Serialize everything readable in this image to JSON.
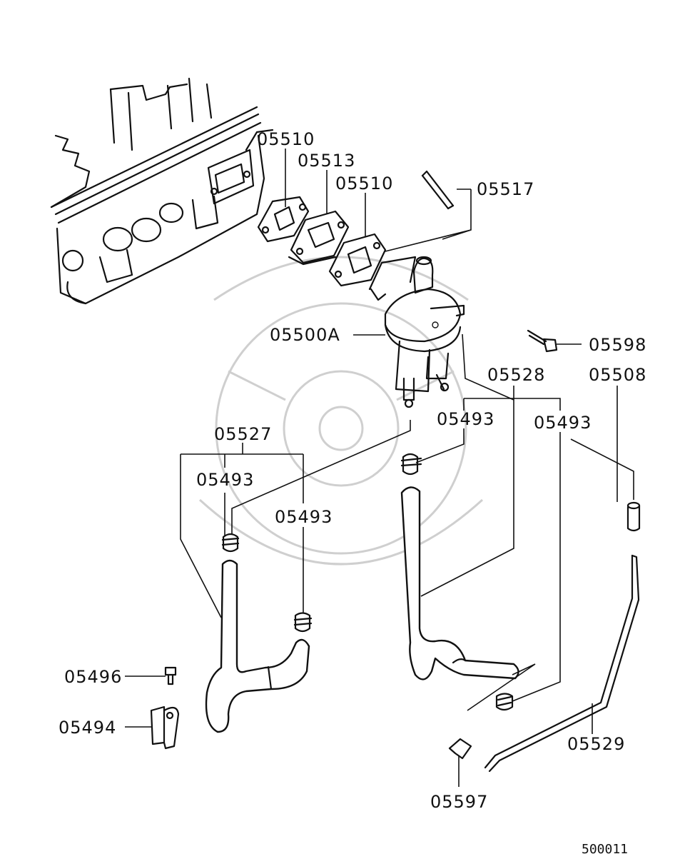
{
  "diagram_id": "500011",
  "parts": {
    "gasket_outer_1": "05510",
    "spacer": "05513",
    "gasket_outer_2": "05510",
    "rod": "05517",
    "fuel_pump": "05500A",
    "bolt": "05598",
    "hose_set_right": "05528",
    "pipe_connector": "05508",
    "clamp_right_a": "05493",
    "clamp_right_b": "05493",
    "hose_set_left": "05527",
    "clamp_left_a": "05493",
    "clamp_left_b": "05493",
    "screw": "05496",
    "clip": "05494",
    "fuel_pipe": "05529",
    "small_clip": "05597"
  },
  "colors": {
    "line": "#111111",
    "watermark": "#cfcfcf",
    "background": "#ffffff"
  }
}
